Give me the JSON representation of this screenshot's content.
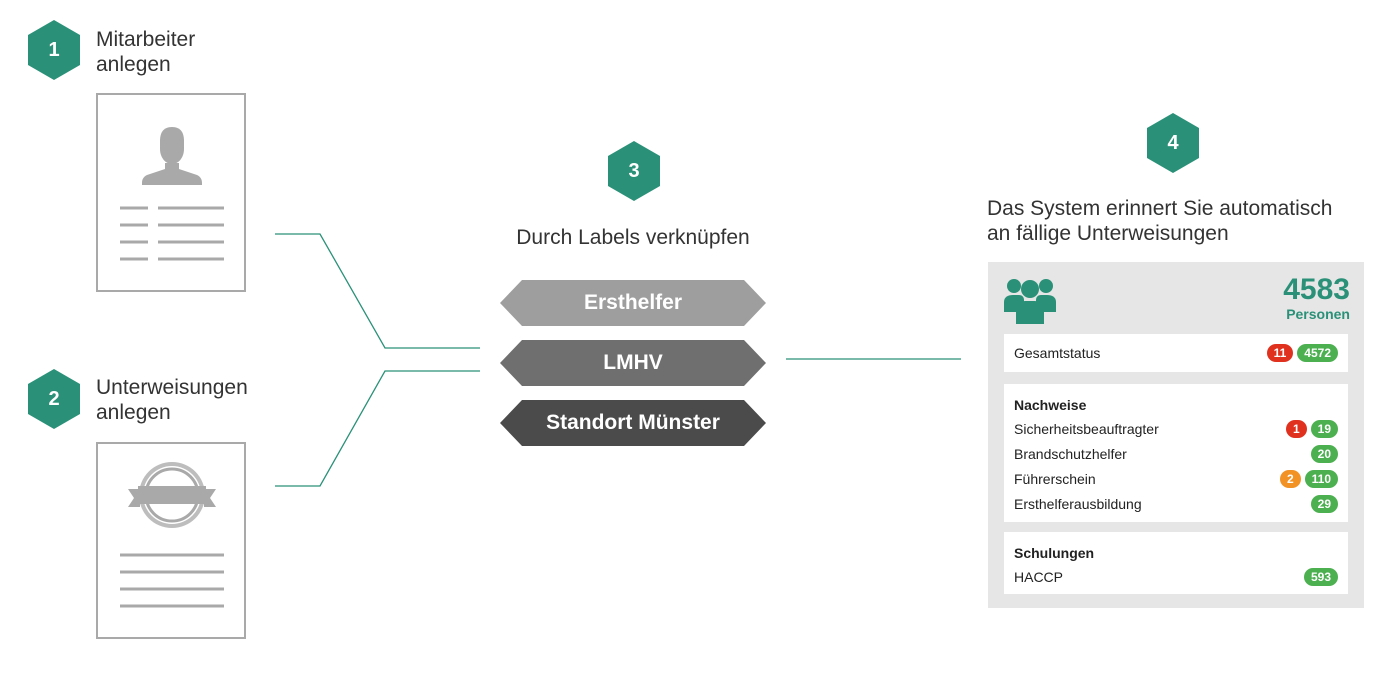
{
  "colors": {
    "accent": "#2a9178",
    "label_light": "#9e9e9e",
    "label_mid": "#6f6f6f",
    "label_dark": "#4b4b4b",
    "badge_green": "#4caf50",
    "badge_red": "#e0301e",
    "badge_orange": "#f29225"
  },
  "steps": [
    {
      "number": "1",
      "line1": "Mitarbeiter",
      "line2": "anlegen"
    },
    {
      "number": "2",
      "line1": "Unterweisungen",
      "line2": "anlegen"
    },
    {
      "number": "3",
      "text": "Durch Labels verknüpfen"
    },
    {
      "number": "4",
      "line1": "Das System erinnert Sie automatisch",
      "line2": "an fällige Unterweisungen"
    }
  ],
  "labels": [
    "Ersthelfer",
    "LMHV",
    "Standort Münster"
  ],
  "dashboard": {
    "icon": "group-icon",
    "total": "4583",
    "total_label": "Personen",
    "status": {
      "name": "Gesamtstatus",
      "red": "11",
      "green": "4572"
    },
    "nachweise": {
      "title": "Nachweise",
      "items": [
        {
          "name": "Sicherheitsbeauftragter",
          "red": "1",
          "green": "19"
        },
        {
          "name": "Brandschutzhelfer",
          "green": "20"
        },
        {
          "name": "Führerschein",
          "orange": "2",
          "green": "110"
        },
        {
          "name": "Ersthelferausbildung",
          "green": "29"
        }
      ]
    },
    "schulungen": {
      "title": "Schulungen",
      "items": [
        {
          "name": "HACCP",
          "green": "593"
        }
      ]
    }
  }
}
